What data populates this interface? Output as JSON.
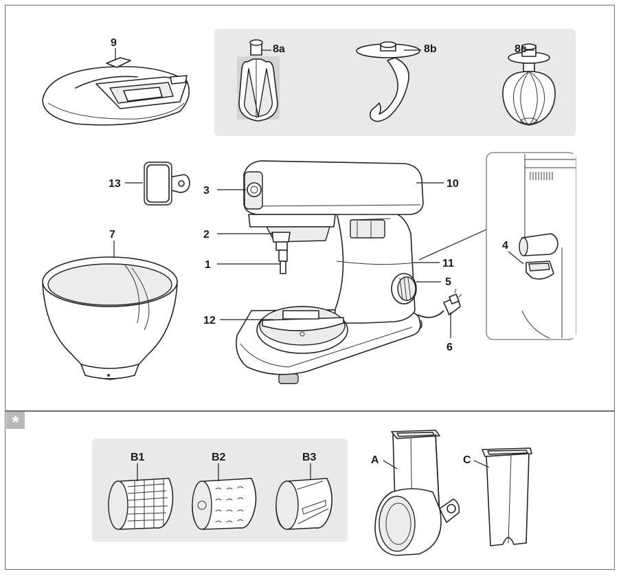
{
  "symbol": "*",
  "labels": {
    "l9": "9",
    "l8a": "8a",
    "l8b": "8b",
    "l8c": "8c",
    "l13": "13",
    "l3": "3",
    "l10": "10",
    "l2": "2",
    "l1": "1",
    "l7": "7",
    "l11": "11",
    "l5": "5",
    "l12": "12",
    "l6": "6",
    "l4": "4",
    "lB1": "B1",
    "lB2": "B2",
    "lB3": "B3",
    "lA": "A",
    "lC": "C"
  },
  "colors": {
    "panel": "#e9e9e9",
    "outline": "#222222",
    "frame": "#6d6d6d",
    "star_box": "#b8b8b8"
  }
}
